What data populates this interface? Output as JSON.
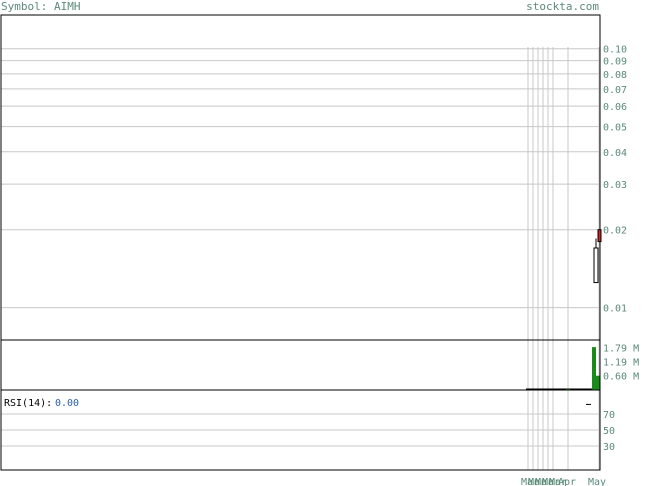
{
  "header": {
    "symbol_label": "Symbol: AIMH",
    "site_label": "stockta.com"
  },
  "colors": {
    "grid": "#c8c8c8",
    "frame": "#000000",
    "text": "#5a8a78",
    "up": "#ffffff",
    "down": "#d22222",
    "volume": "#1a8a1a",
    "rsi_value": "#2a5fae"
  },
  "chart_data": [
    {
      "type": "candlestick",
      "scale": "log",
      "ylim": [
        0.0075,
        0.135
      ],
      "y_ticks": [
        0.1,
        0.09,
        0.08,
        0.07,
        0.06,
        0.05,
        0.04,
        0.03,
        0.02,
        0.01
      ],
      "y_tick_labels": [
        "0.10",
        "0.09",
        "0.08",
        "0.07",
        "0.06",
        "0.05",
        "0.04",
        "0.03",
        "0.02",
        "0.01"
      ],
      "x_labels": [
        "Mar",
        "Mar",
        "Mar",
        "Mar",
        "Mar",
        "Apr",
        "May"
      ],
      "candles": [
        {
          "date": "May-1",
          "open": 0.0125,
          "high": 0.0185,
          "low": 0.0125,
          "close": 0.017
        },
        {
          "date": "May-2",
          "open": 0.02,
          "high": 0.02,
          "low": 0.018,
          "close": 0.018
        }
      ],
      "grid": true
    },
    {
      "type": "bar",
      "name": "volume",
      "y_ticks": [
        1.79,
        1.19,
        0.6
      ],
      "y_tick_labels": [
        "1.79 M",
        "1.19 M",
        "0.60 M"
      ],
      "ylim": [
        0,
        2.1
      ],
      "values": [
        0.02,
        0.02,
        0.02,
        0.02,
        0.02,
        0.04,
        1.8,
        0.6
      ]
    },
    {
      "type": "line",
      "name": "RSI",
      "label": "RSI(14):",
      "value_label": "0.00",
      "y_ticks": [
        70,
        50,
        30
      ],
      "y_tick_labels": [
        "70",
        "50",
        "30"
      ],
      "ylim": [
        0,
        100
      ],
      "marker_value": 82
    }
  ]
}
